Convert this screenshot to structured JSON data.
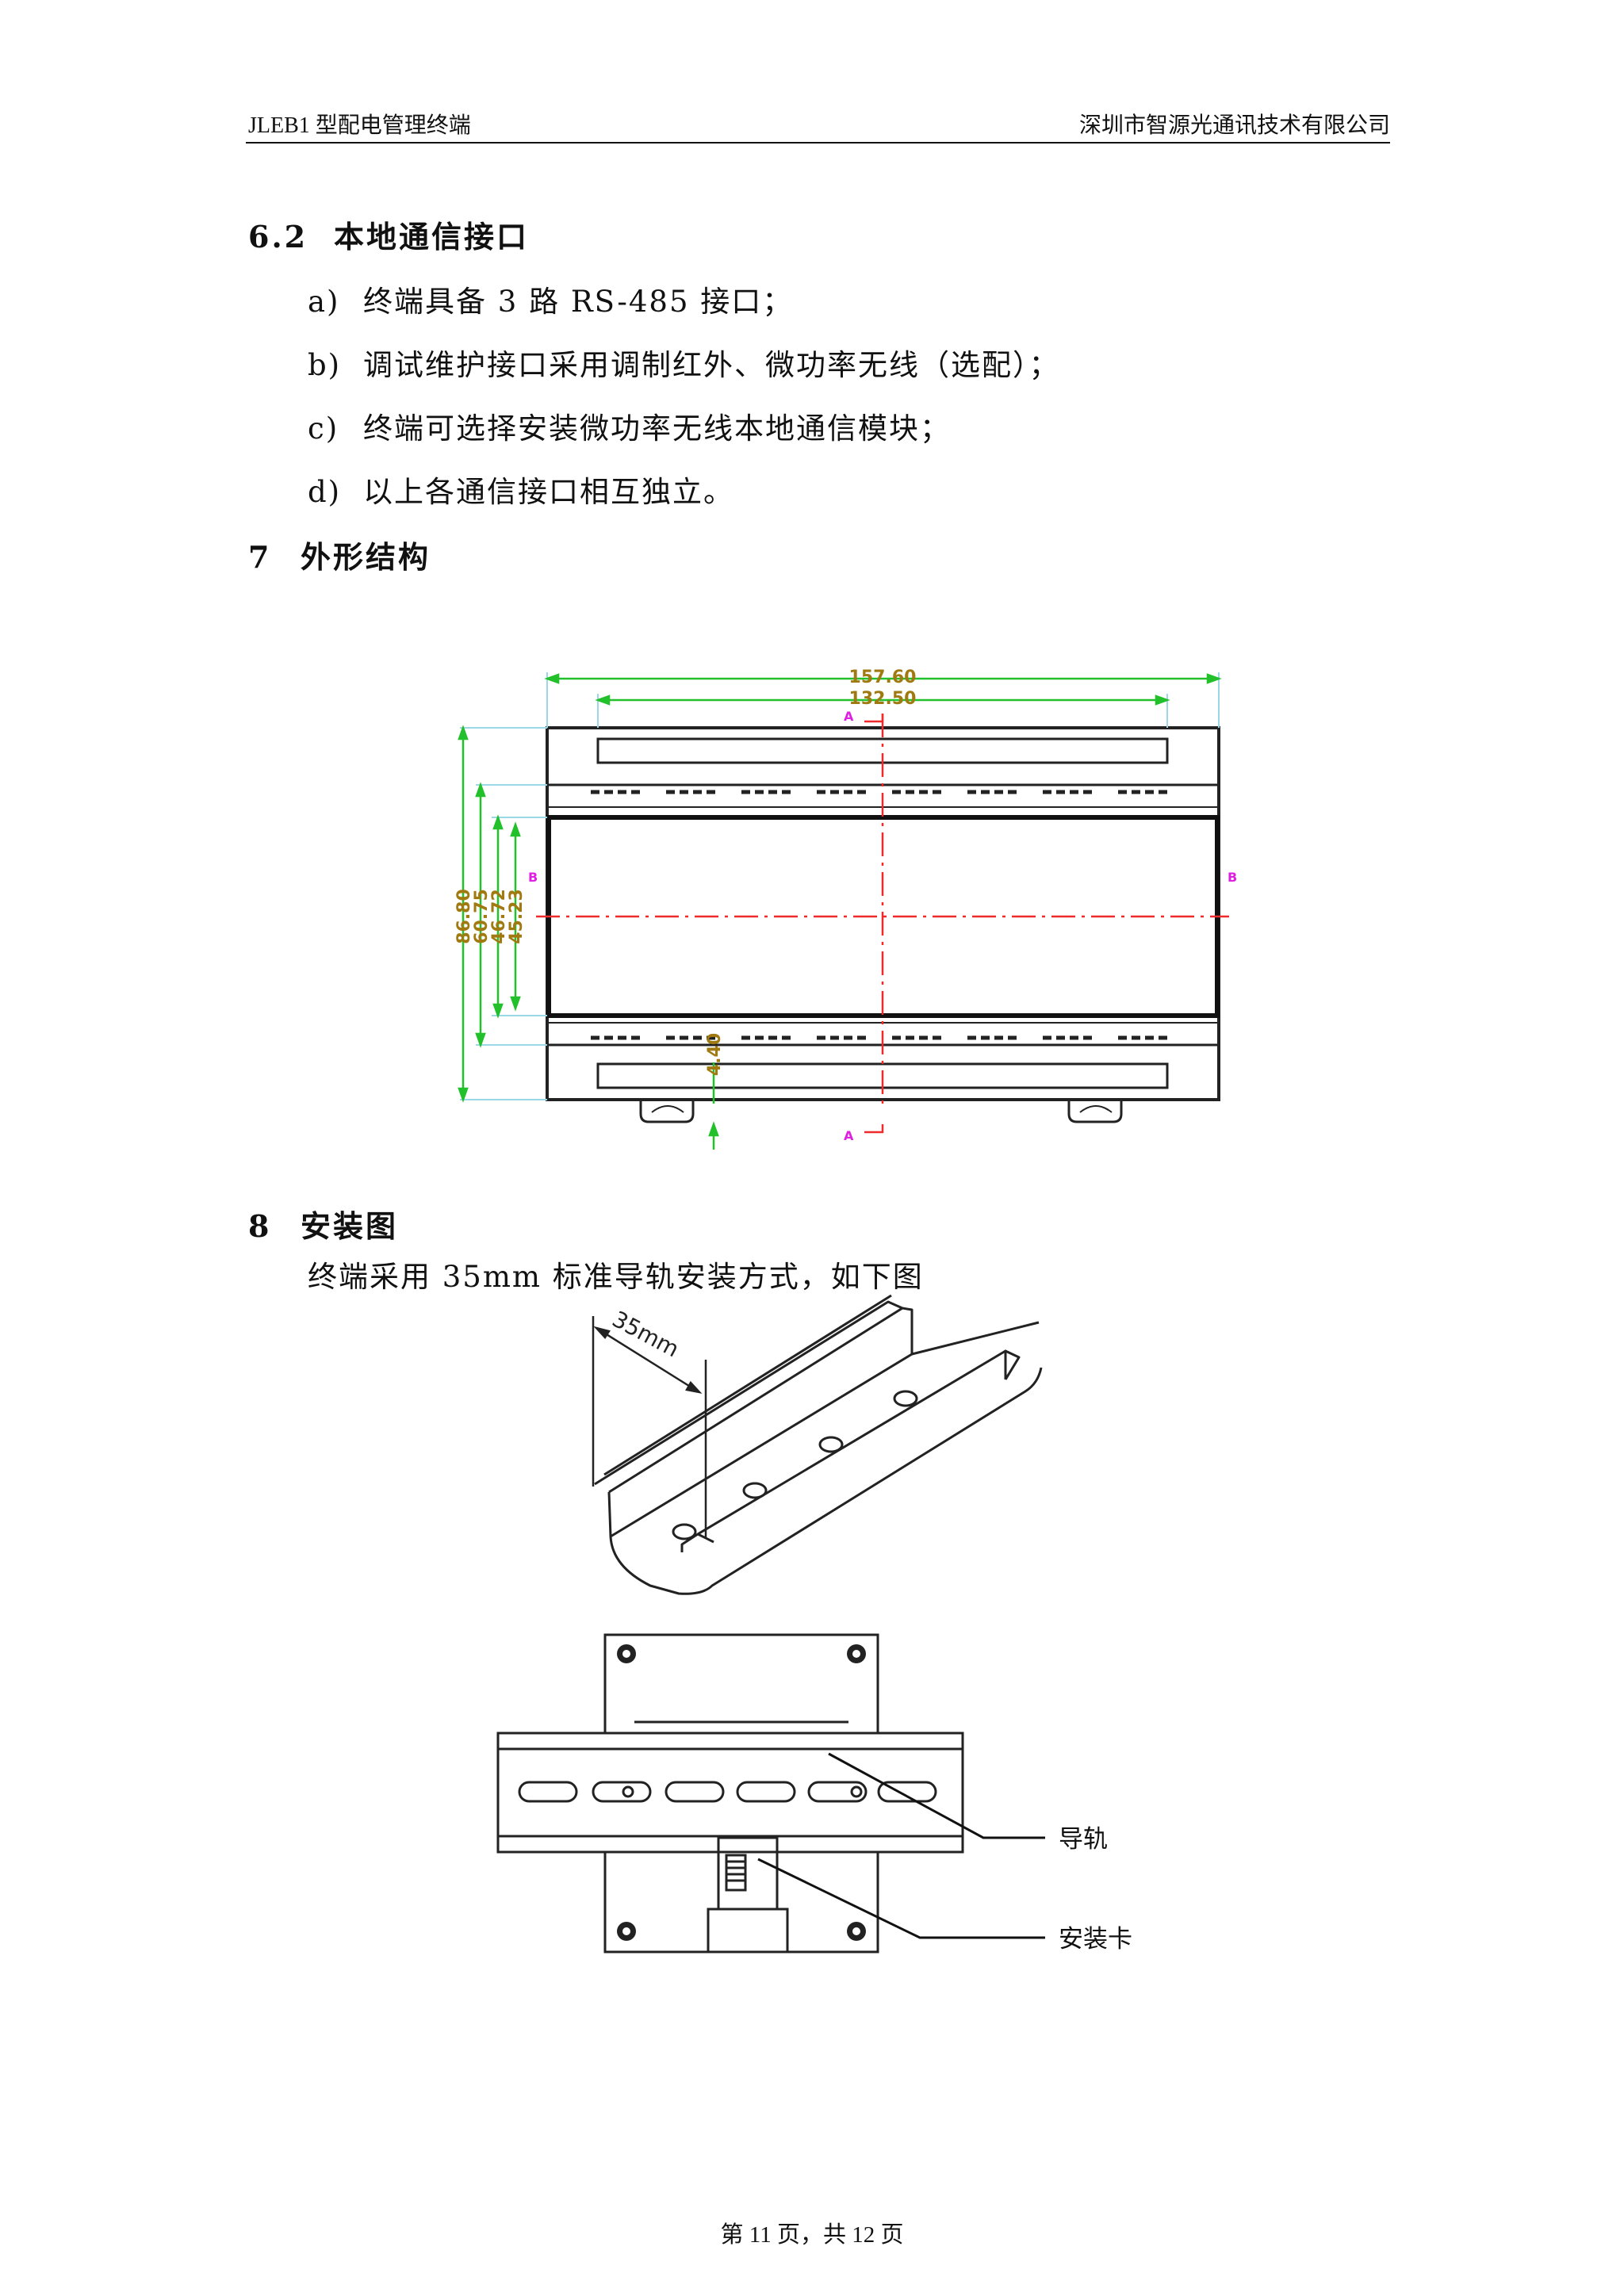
{
  "header": {
    "left": "JLEB1 型配电管理终端",
    "right": "深圳市智源光通讯技术有限公司"
  },
  "section_6_2": {
    "number": "6.2",
    "title": "本地通信接口",
    "items": [
      {
        "marker": "a)",
        "text": "终端具备 3 路 RS-485 接口；"
      },
      {
        "marker": "b)",
        "text": "调试维护接口采用调制红外、微功率无线（选配）；"
      },
      {
        "marker": "c)",
        "text": "终端可选择安装微功率无线本地通信模块；"
      },
      {
        "marker": "d)",
        "text": "以上各通信接口相互独立。"
      }
    ]
  },
  "section_7": {
    "number": "7",
    "title": "外形结构",
    "drawing": {
      "dim_overall_width": "157.60",
      "dim_inner_width": "132.50",
      "dim_overall_height": "86.80",
      "dim_h2": "60.75",
      "dim_h3": "46.72",
      "dim_h4": "45.23",
      "dim_small": "4.40",
      "section_a": "A",
      "section_b": "B"
    }
  },
  "section_8": {
    "number": "8",
    "title": "安装图",
    "intro": "终端采用 35mm 标准导轨安装方式，如下图",
    "rail_width_label": "35mm",
    "callout_rail": "导轨",
    "callout_clip": "安装卡"
  },
  "footer": {
    "text": "第 11 页，共 12 页"
  },
  "colors": {
    "dim_green": "#22c02a",
    "dim_text": "#a07a10",
    "centerline_red": "#ee2a2a",
    "section_magenta": "#e020e0",
    "ext_line_cyan": "#9ad8e8"
  }
}
